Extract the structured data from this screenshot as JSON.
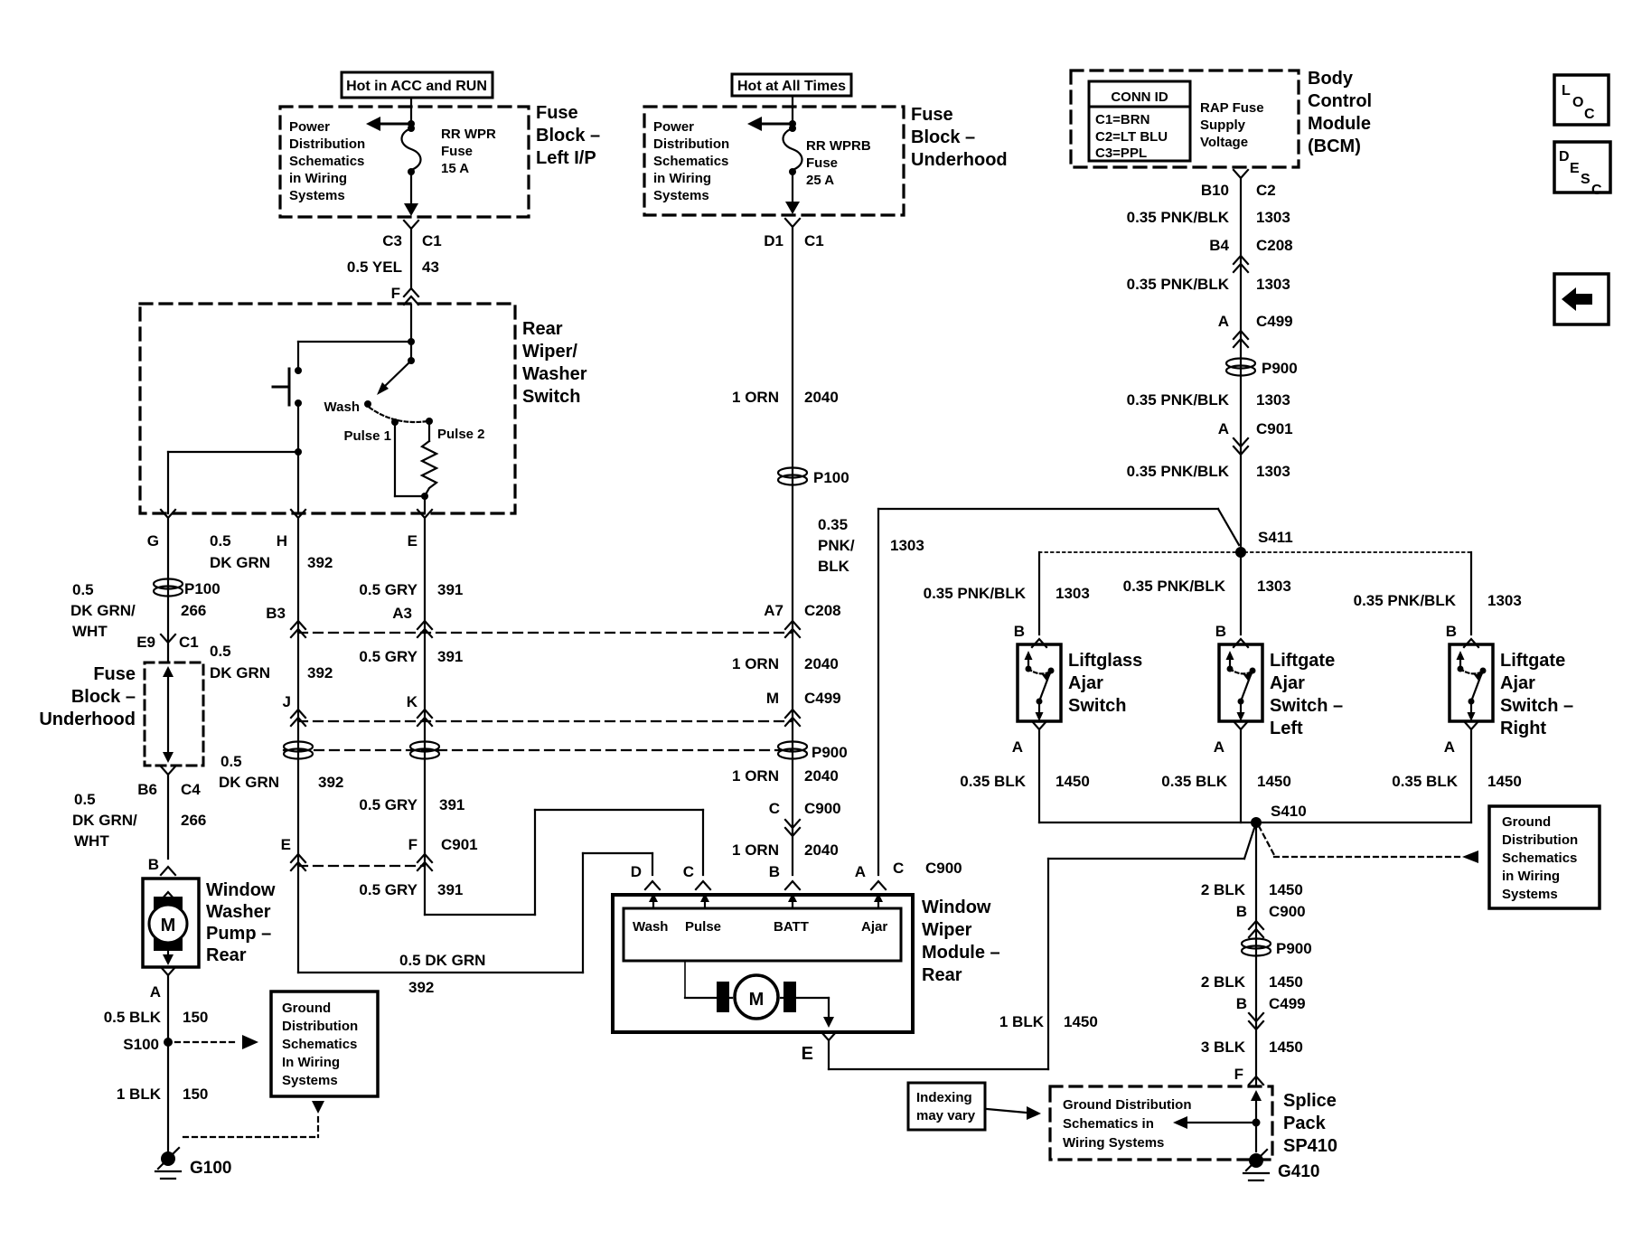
{
  "viewer": {
    "loc": [
      "L",
      "O",
      "C"
    ],
    "desc": [
      "D",
      "E",
      "S",
      "C"
    ]
  },
  "banners": {
    "acc": "Hot in ACC and RUN",
    "all": "Hot at All Times"
  },
  "refs": {
    "power_dist": [
      "Power",
      "Distribution",
      "Schematics",
      "in Wiring",
      "Systems"
    ],
    "gnd_a": [
      "Ground",
      "Distribution",
      "Schematics",
      "In Wiring",
      "Systems"
    ],
    "gnd_b": [
      "Ground",
      "Distribution",
      "Schematics",
      "in Wiring",
      "Systems"
    ],
    "gnd_c": [
      "Ground Distribution",
      "Schematics in",
      "Wiring Systems"
    ],
    "indexing": [
      "Indexing",
      "may vary"
    ],
    "conn_id": {
      "title": "CONN ID",
      "r1": "C1=BRN",
      "r2": "C2=LT BLU",
      "r3": "C3=PPL"
    },
    "rap": [
      "RAP Fuse",
      "Supply",
      "Voltage"
    ]
  },
  "parts": {
    "fb_ip": [
      "Fuse",
      "Block –",
      "Left I/P"
    ],
    "fb_uh": [
      "Fuse",
      "Block –",
      "Underhood"
    ],
    "fuse1": [
      "RR WPR",
      "Fuse",
      "15 A"
    ],
    "fuse2": [
      "RR WPRB",
      "Fuse",
      "25 A"
    ],
    "rear_switch": [
      "Rear",
      "Wiper/",
      "Washer",
      "Switch"
    ],
    "pump": [
      "Window",
      "Washer",
      "Pump –",
      "Rear"
    ],
    "module": [
      "Window",
      "Wiper",
      "Module –",
      "Rear"
    ],
    "bcm": [
      "Body",
      "Control",
      "Module",
      "(BCM)"
    ],
    "sw1": [
      "Liftglass",
      "Ajar",
      "Switch"
    ],
    "sw2": [
      "Liftgate",
      "Ajar",
      "Switch –",
      "Left"
    ],
    "sw3": [
      "Liftgate",
      "Ajar",
      "Switch –",
      "Right"
    ],
    "splice": [
      "Splice",
      "Pack",
      "SP410"
    ],
    "motor": "M",
    "pins_row": [
      "Wash",
      "Pulse",
      "BATT",
      "Ajar"
    ],
    "sw_pos": {
      "wash": "Wash",
      "p1": "Pulse 1",
      "p2": "Pulse 2"
    }
  },
  "w": {
    "yel": "0.5 YEL",
    "n43": "43",
    "orn": "1 ORN",
    "n2040": "2040",
    "half": "0.5",
    "dkgrn": "DK GRN",
    "dkgrnw": "DK GRN/",
    "wht": "WHT",
    "n266": "266",
    "n392": "392",
    "gry": "0.5 GRY",
    "n391": "391",
    "dkgrn05": "0.5 DK GRN",
    "pnkblk": "0.35 PNK/BLK",
    "p035": "0.35",
    "pnk": "PNK/",
    "blk": "BLK",
    "n1303": "1303",
    "blk035": "0.35 BLK",
    "n1450": "1450",
    "blk05": "0.5 BLK",
    "n150": "150",
    "blk1": "1 BLK",
    "blk2": "2 BLK",
    "blk3": "3 BLK"
  },
  "p": {
    "c3": "C3",
    "c1": "C1",
    "f": "F",
    "d1": "D1",
    "g": "G",
    "h": "H",
    "e": "E",
    "j": "J",
    "k": "K",
    "m": "M",
    "b3": "B3",
    "a3": "A3",
    "a7": "A7",
    "b10": "B10",
    "c2": "C2",
    "b4": "B4",
    "e9": "E9",
    "b6": "B6",
    "c4": "C4",
    "a": "A",
    "b": "B",
    "c": "C",
    "d": "D",
    "c208": "C208",
    "c499": "C499",
    "c900": "C900",
    "c901": "C901"
  },
  "n": {
    "p100": "P100",
    "p900": "P900",
    "s100": "S100",
    "s411": "S411",
    "s410": "S410",
    "g100": "G100",
    "g410": "G410"
  }
}
